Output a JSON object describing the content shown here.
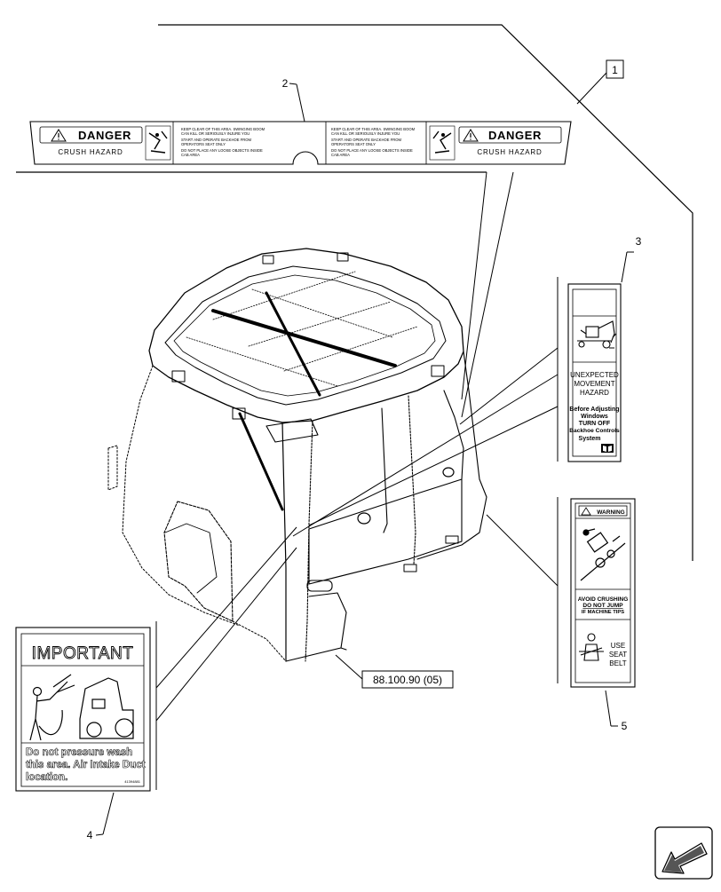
{
  "callouts": {
    "ref_1": "1",
    "ref_2": "2",
    "ref_3": "3",
    "ref_4": "4",
    "ref_5": "5",
    "reference": "88.100.90 (05)"
  },
  "decal_2": {
    "danger_word": "DANGER",
    "hazard": "CRUSH HAZARD",
    "text_lines": [
      "KEEP CLEAR OF THIS AREA. SWINGING BOOM",
      "CAN KILL OR SERIOUSLY INJURE YOU",
      "START AND OPERATE BACKHOE FROM",
      "OPERATORS SEAT ONLY",
      "DO NOT PLACE ANY LOOSE OBJECTS INSIDE",
      "CAB AREA"
    ]
  },
  "decal_3": {
    "title_lines": [
      "UNEXPECTED",
      "MOVEMENT",
      "HAZARD"
    ],
    "body_lines": [
      "Before Adjusting",
      "Windows",
      "TURN OFF",
      "Backhoe Controls",
      "System"
    ]
  },
  "decal_4": {
    "header": "IMPORTANT",
    "body_lines": [
      "Do not pressure wash",
      "this area. Air Intake Duct",
      "location."
    ],
    "part_number": "41394881"
  },
  "decal_5": {
    "header": "WARNING",
    "mid_lines": [
      "AVOID CRUSHING",
      "DO NOT JUMP",
      "IF MACHINE TIPS"
    ],
    "belt_lines": [
      "USE",
      "SEAT",
      "BELT"
    ]
  },
  "icons": {
    "warning": "warning-triangle-icon",
    "manual": "book-icon",
    "navigation": "previous-page-arrow-icon"
  },
  "colors": {
    "line": "#000000",
    "background": "#ffffff",
    "panel": "#e6e6e6"
  }
}
